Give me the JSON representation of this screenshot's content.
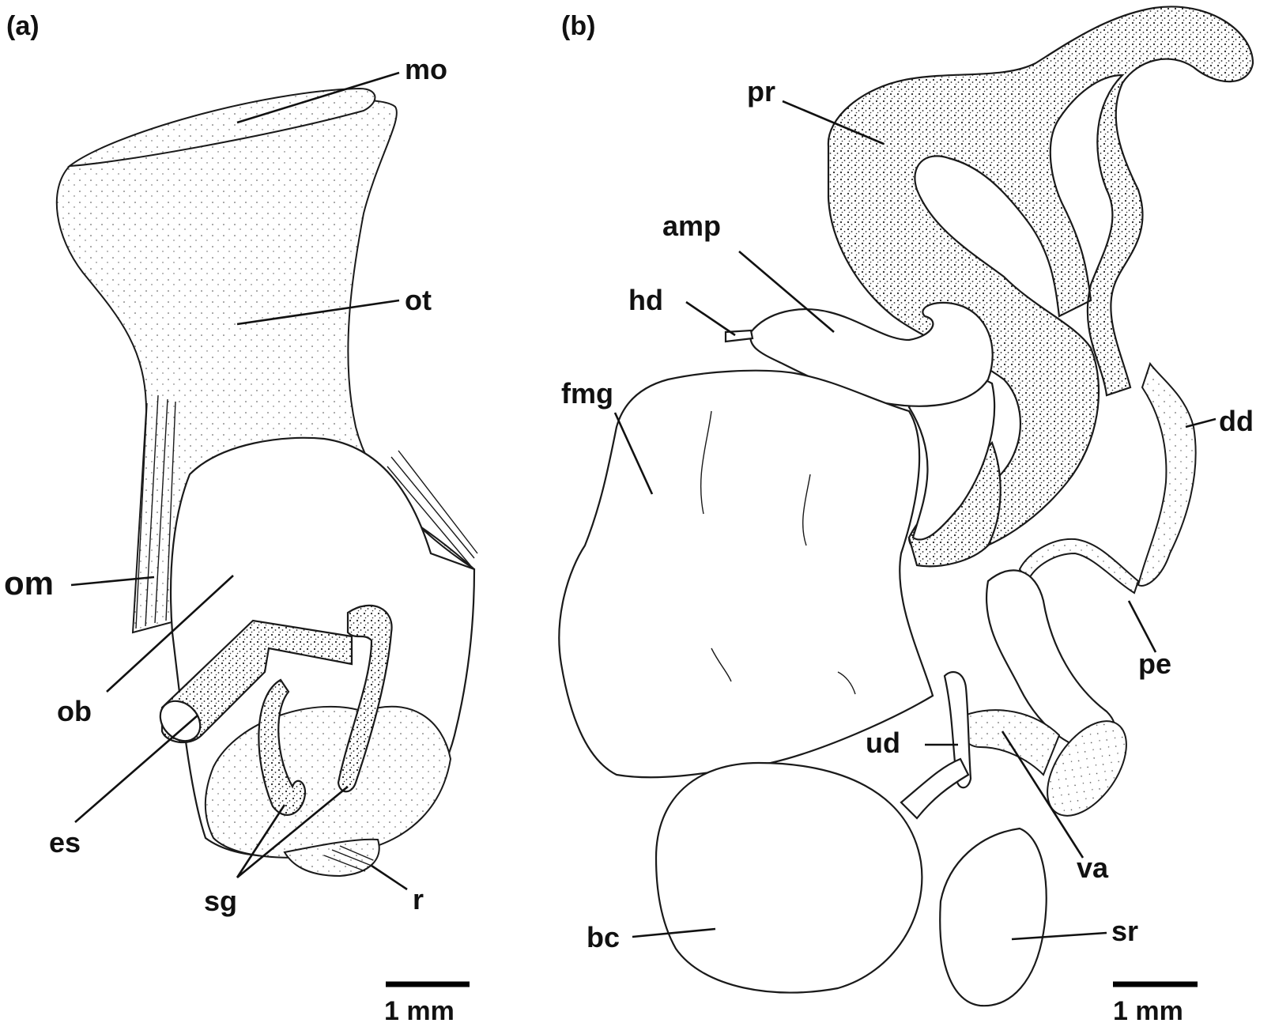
{
  "panels": [
    {
      "id": "a",
      "tag": "(a)",
      "labels": [
        "mo",
        "ot",
        "om",
        "ob",
        "es",
        "sg",
        "r"
      ],
      "scale_bar": "1 mm"
    },
    {
      "id": "b",
      "tag": "(b)",
      "labels": [
        "pr",
        "amp",
        "hd",
        "fmg",
        "dd",
        "pe",
        "ud",
        "va",
        "bc",
        "sr"
      ],
      "scale_bar": "1 mm"
    }
  ],
  "colors": {
    "ink": "#111111",
    "background": "#ffffff"
  }
}
